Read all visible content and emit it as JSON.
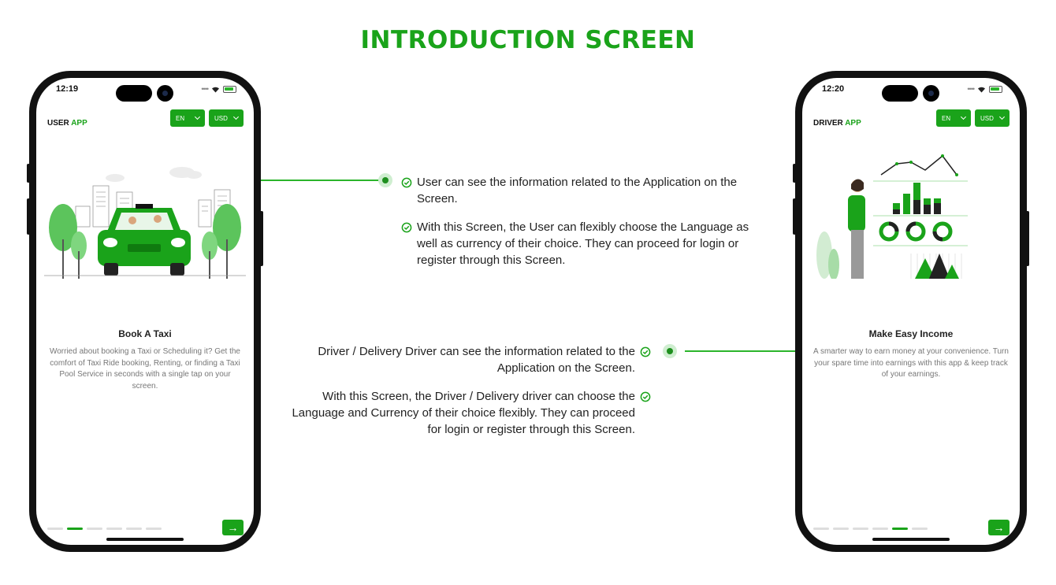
{
  "page_title": "INTRODUCTION SCREEN",
  "colors": {
    "accent": "#1aa31a",
    "connector": "#2bb52b"
  },
  "user_phone": {
    "time": "12:19",
    "app_label_main": "USER ",
    "app_label_accent": "APP",
    "language": "EN",
    "currency": "USD",
    "slide_title": "Book A Taxi",
    "slide_description": "Worried about booking a Taxi or Scheduling it? Get the comfort of Taxi Ride booking, Renting, or finding a Taxi Pool Service in seconds with a single tap on your screen.",
    "active_page": 2,
    "page_count": 6,
    "next_icon": "arrow-right-icon"
  },
  "driver_phone": {
    "time": "12:20",
    "app_label_main": "DRIVER ",
    "app_label_accent": "APP",
    "language": "EN",
    "currency": "USD",
    "slide_title": "Make Easy Income",
    "slide_description": "A smarter way to earn money at your convenience. Turn your spare time into earnings with this app & keep track of your earnings.",
    "active_page": 5,
    "page_count": 6,
    "next_icon": "arrow-right-icon"
  },
  "user_callouts": [
    "User can see the information related to the Application on the Screen.",
    "With this Screen, the User can flexibly choose the Language as well as currency of their choice. They can proceed for login or register through this Screen."
  ],
  "driver_callouts": [
    "Driver / Delivery Driver can see the information related to the Application on the Screen.",
    "With this Screen, the Driver / Delivery driver can choose the Language and Currency of their choice flexibly. They can proceed for login or register through this Screen."
  ]
}
